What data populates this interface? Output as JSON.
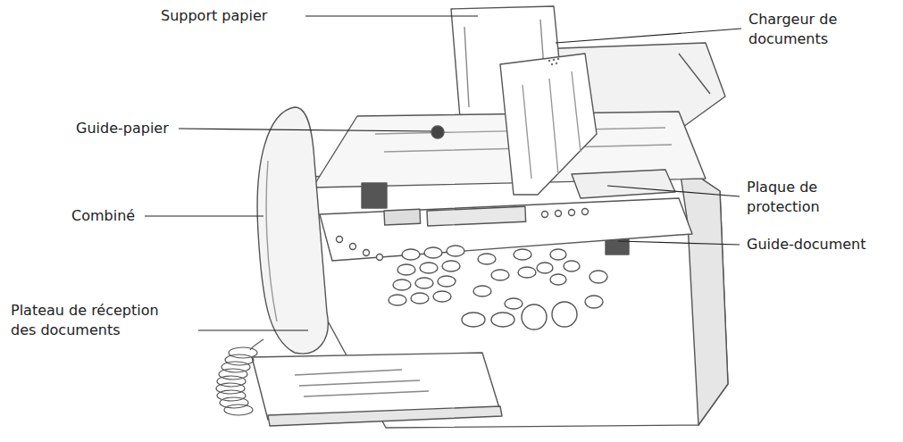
{
  "diagram": {
    "labels": [
      "Support papier",
      "Chargeur de documents",
      "Guide-papier",
      "Plaque de protection",
      "Combiné",
      "Guide-document",
      "Plateau de réception des documents"
    ]
  }
}
